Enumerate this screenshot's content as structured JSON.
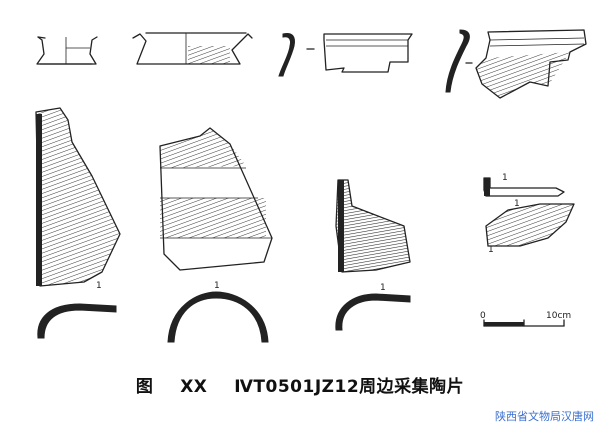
{
  "figure": {
    "label": "图",
    "number": "XX",
    "title": "ⅣT0501JZ12周边采集陶片"
  },
  "scale_bar": {
    "start": "0",
    "end": "10cm"
  },
  "watermark": "陕西省文物局汉唐网"
}
